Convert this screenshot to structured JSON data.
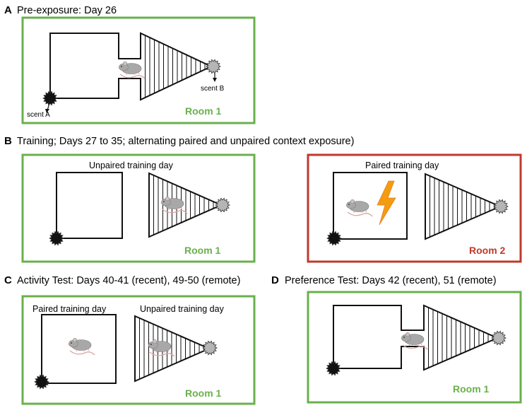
{
  "colors": {
    "green": "#6ab04c",
    "red": "#c0392b",
    "bolt": "#f39c12",
    "line": "#111111",
    "scent_dark": "#111111",
    "scent_light": "#b5b5b5",
    "mouse": "#a8a8a8"
  },
  "panels": {
    "A": {
      "letter": "A",
      "title": "Pre-exposure: Day 26",
      "room": "Room 1",
      "scent_a": "scent A",
      "scent_b": "scent B"
    },
    "B": {
      "letter": "B",
      "title": "Training; Days 27 to 35; alternating paired and unpaired context exposure)",
      "left": {
        "day_label": "Unpaired training day",
        "room": "Room 1"
      },
      "right": {
        "day_label": "Paired training day",
        "room": "Room 2"
      }
    },
    "C": {
      "letter": "C",
      "title": "Activity Test: Days 40-41 (recent), 49-50 (remote)",
      "paired_label": "Paired training day",
      "unpaired_label": "Unpaired training day",
      "room": "Room 1"
    },
    "D": {
      "letter": "D",
      "title": "Preference Test: Days 42 (recent), 51 (remote)",
      "room": "Room 1"
    }
  },
  "icons": [
    "mouse-icon",
    "lightning-bolt-icon",
    "scent-dark-icon",
    "scent-light-icon",
    "arrow-down-icon"
  ]
}
